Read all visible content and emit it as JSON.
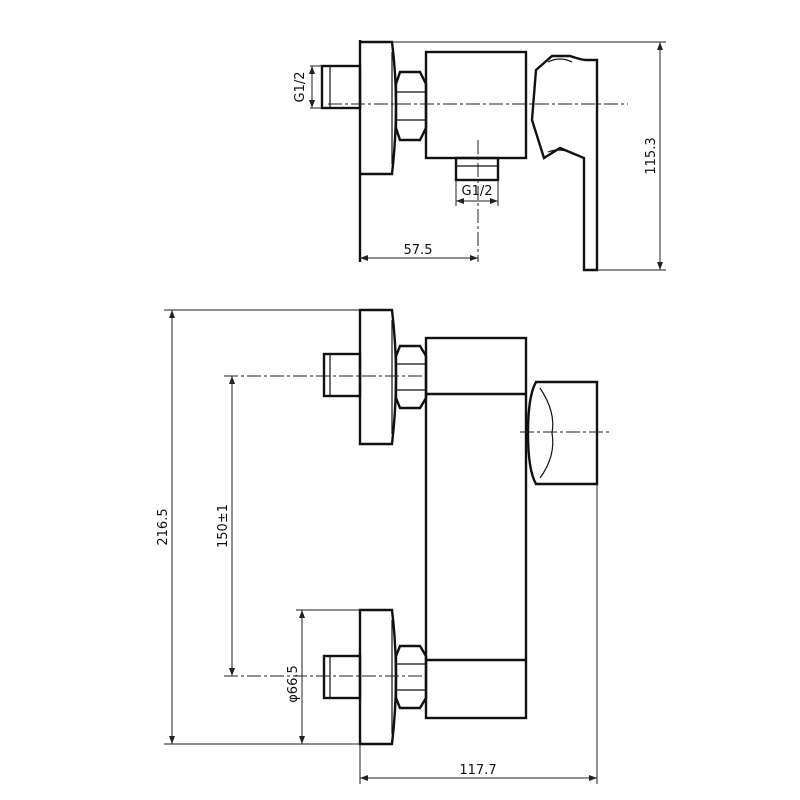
{
  "labels": {
    "thread_inlet": "G1/2",
    "thread_outlet": "G1/2",
    "dim_projection": "115.3",
    "dim_outlet_offset": "57.5",
    "dim_total_height": "216.5",
    "dim_center_distance": "150±1",
    "dim_flange_diameter": "φ66.5",
    "dim_total_width": "117.7"
  }
}
